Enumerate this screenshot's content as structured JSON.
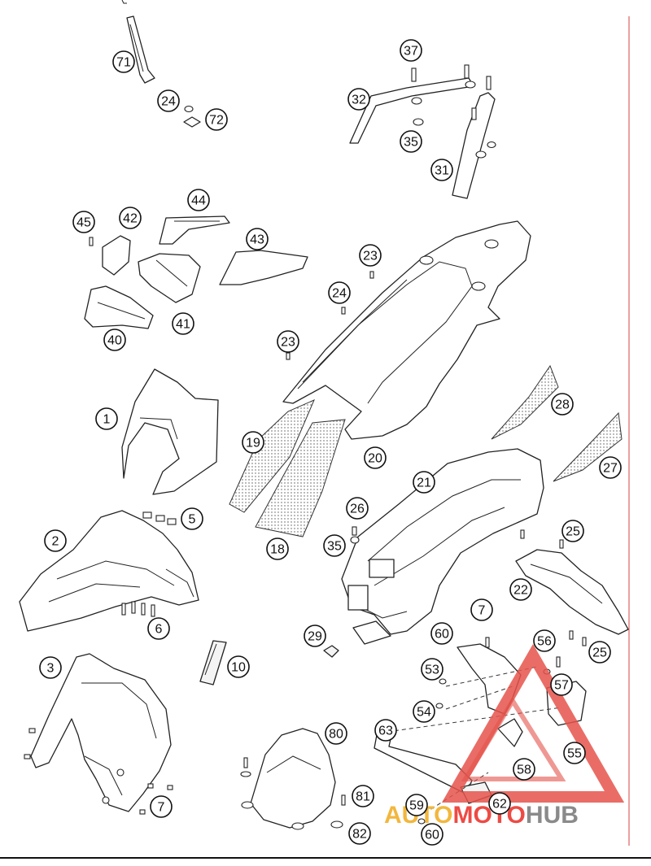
{
  "callouts": [
    {
      "label": "71"
    },
    {
      "label": "24"
    },
    {
      "label": "72"
    },
    {
      "label": "37"
    },
    {
      "label": "32"
    },
    {
      "label": "35"
    },
    {
      "label": "31"
    },
    {
      "label": "45"
    },
    {
      "label": "42"
    },
    {
      "label": "44"
    },
    {
      "label": "43"
    },
    {
      "label": "40"
    },
    {
      "label": "41"
    },
    {
      "label": "23"
    },
    {
      "label": "24"
    },
    {
      "label": "23"
    },
    {
      "label": "1"
    },
    {
      "label": "19"
    },
    {
      "label": "20"
    },
    {
      "label": "28"
    },
    {
      "label": "18"
    },
    {
      "label": "27"
    },
    {
      "label": "21"
    },
    {
      "label": "2"
    },
    {
      "label": "5"
    },
    {
      "label": "26"
    },
    {
      "label": "35"
    },
    {
      "label": "25"
    },
    {
      "label": "22"
    },
    {
      "label": "6"
    },
    {
      "label": "29"
    },
    {
      "label": "7"
    },
    {
      "label": "60"
    },
    {
      "label": "56"
    },
    {
      "label": "25"
    },
    {
      "label": "10"
    },
    {
      "label": "53"
    },
    {
      "label": "57"
    },
    {
      "label": "3"
    },
    {
      "label": "54"
    },
    {
      "label": "63"
    },
    {
      "label": "80"
    },
    {
      "label": "55"
    },
    {
      "label": "58"
    },
    {
      "label": "7"
    },
    {
      "label": "81"
    },
    {
      "label": "59"
    },
    {
      "label": "62"
    },
    {
      "label": "82"
    },
    {
      "label": "60"
    }
  ],
  "watermark": {
    "part1": "AUTO",
    "part2": "MOTO",
    "part3": "HUB",
    "colors": {
      "triangle": "#e5534b",
      "auto": "#f2b73d",
      "moto": "#ee4a44",
      "hub": "#8a8a8a"
    }
  },
  "colors": {
    "line": "#222222",
    "border": "#e06060"
  }
}
